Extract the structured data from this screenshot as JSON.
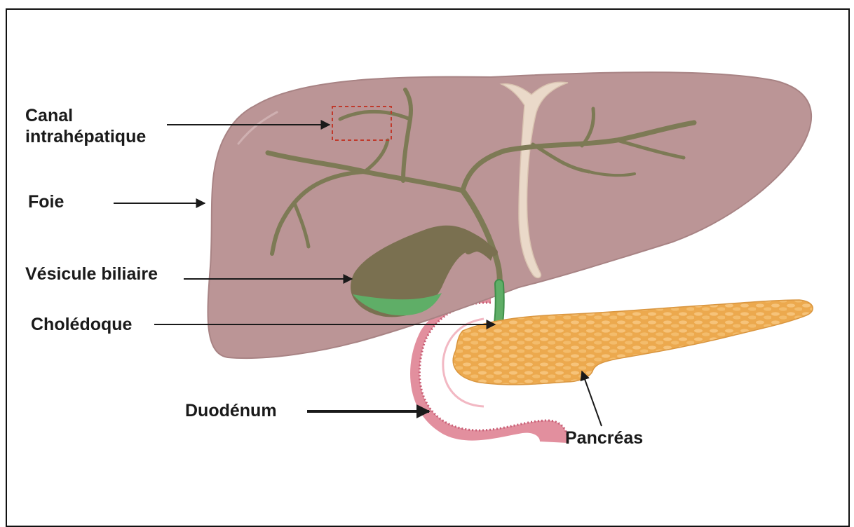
{
  "labels": {
    "canal_line1": "Canal",
    "canal_line2": "intrahépatique",
    "foie": "Foie",
    "vesicule": "Vésicule biliaire",
    "choledoque": "Cholédoque",
    "duodenum": "Duodénum",
    "pancreas": "Pancréas"
  },
  "colors": {
    "liver": "#bb9596",
    "liver_outline": "#a88384",
    "bile_duct": "#7d7a55",
    "gallbladder": "#7a7050",
    "bile_green": "#5fae67",
    "pancreas": "#eca94e",
    "duodenum": "#d9798c",
    "ligament": "#ead9c9",
    "highlight_box": "#c0392b",
    "arrow": "#1a1a1a"
  }
}
